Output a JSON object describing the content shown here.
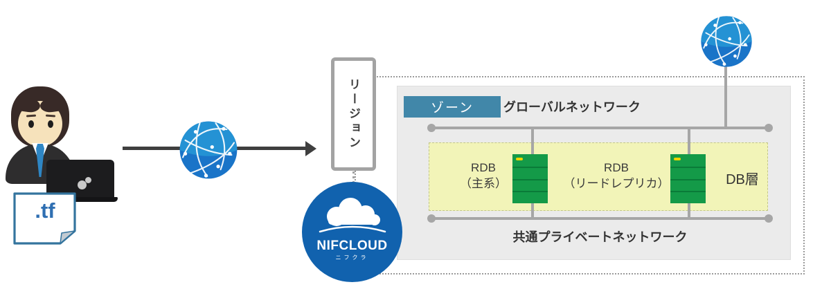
{
  "actor": {
    "file_label": ".tf"
  },
  "diagram": {
    "region": {
      "label": "リージョン"
    },
    "provider": {
      "name": "NIFCLOUD",
      "kana": "ニフクラ"
    },
    "zone": {
      "label": "ゾーン"
    },
    "global_network": {
      "label": "グローバルネットワーク"
    },
    "private_network": {
      "label": "共通プライベートネットワーク"
    },
    "db_tier": {
      "label": "DB層",
      "rdb_primary": {
        "name": "RDB",
        "role": "（主系）"
      },
      "rdb_replica": {
        "name": "RDB",
        "role": "（リードレプリカ）"
      }
    }
  },
  "colors": {
    "nifcloud_blue": "#1162ae",
    "zone_label_blue": "#4187a9",
    "zone_bg_gray": "#ebebeb",
    "db_tier_bg_yellow": "#f2f4b8",
    "db_green": "#149a48",
    "network_line_gray": "#a6a6a6",
    "arrow_dark": "#3f3f3f",
    "globe_blue": "#1f86ce",
    "tf_text_blue": "#2f6fb2"
  }
}
